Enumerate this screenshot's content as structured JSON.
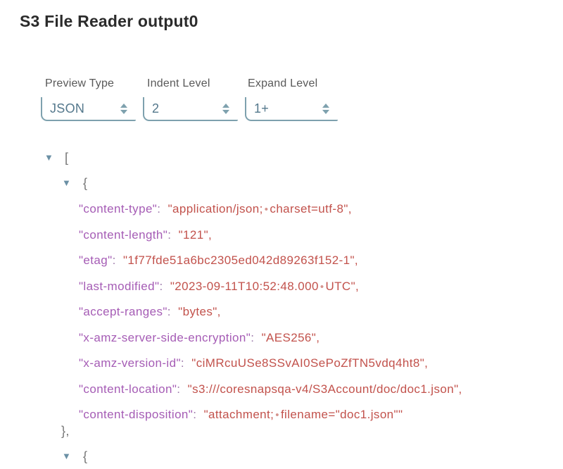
{
  "title": "S3 File Reader output0",
  "controls": [
    {
      "label": "Preview Type",
      "value": "JSON"
    },
    {
      "label": "Indent Level",
      "value": "2"
    },
    {
      "label": "Expand Level",
      "value": "1+"
    }
  ],
  "colors": {
    "accent_teal": "#7ea1ae",
    "control_value": "#54788c",
    "tree_triangle": "#6b90a5",
    "bracket_gray": "#757575",
    "json_key": "#a55cb5",
    "json_value": "#c2524c",
    "space_dot": "#d6948e",
    "title_text": "#2b2b2b"
  },
  "icons": {
    "spinner_up": "spinner-up-icon",
    "spinner_down": "spinner-down-icon",
    "collapse": "collapse-triangle-icon",
    "space_dot_glyph": "•"
  },
  "tree": {
    "open_array": "[",
    "open_object": "{",
    "close_object": "},",
    "entries": [
      {
        "key": "\"content-type\"",
        "segs": [
          {
            "t": "str",
            "x": "\"application/json;"
          },
          {
            "t": "dot"
          },
          {
            "t": "str",
            "x": "charset=utf-8\","
          }
        ]
      },
      {
        "key": "\"content-length\"",
        "segs": [
          {
            "t": "str",
            "x": "\"121\","
          }
        ]
      },
      {
        "key": "\"etag\"",
        "segs": [
          {
            "t": "str",
            "x": "\"1f77fde51a6bc2305ed042d89263f152-1\","
          }
        ]
      },
      {
        "key": "\"last-modified\"",
        "segs": [
          {
            "t": "str",
            "x": "\"2023-09-11T10:52:48.000"
          },
          {
            "t": "dot"
          },
          {
            "t": "str",
            "x": "UTC\","
          }
        ]
      },
      {
        "key": "\"accept-ranges\"",
        "segs": [
          {
            "t": "str",
            "x": "\"bytes\","
          }
        ]
      },
      {
        "key": "\"x-amz-server-side-encryption\"",
        "segs": [
          {
            "t": "str",
            "x": "\"AES256\","
          }
        ]
      },
      {
        "key": "\"x-amz-version-id\"",
        "segs": [
          {
            "t": "str",
            "x": "\"ciMRcuUSe8SSvAI0SePoZfTN5vdq4ht8\","
          }
        ]
      },
      {
        "key": "\"content-location\"",
        "segs": [
          {
            "t": "str",
            "x": "\"s3:///coresnapsqa-v4/S3Account/doc/doc1.json\","
          }
        ]
      },
      {
        "key": "\"content-disposition\"",
        "segs": [
          {
            "t": "str",
            "x": "\"attachment;"
          },
          {
            "t": "dot"
          },
          {
            "t": "str",
            "x": "filename=\"doc1.json\"\""
          }
        ]
      }
    ]
  }
}
